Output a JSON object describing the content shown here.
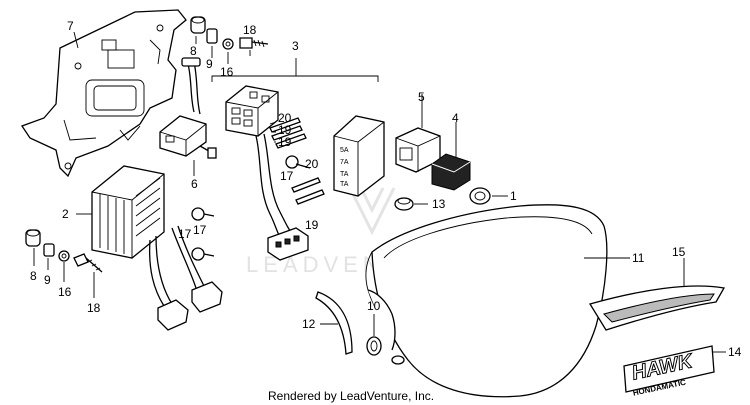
{
  "callouts": [
    {
      "id": "c7",
      "text": "7"
    },
    {
      "id": "c8a",
      "text": "8"
    },
    {
      "id": "c9a",
      "text": "9"
    },
    {
      "id": "c16a",
      "text": "16"
    },
    {
      "id": "c18a",
      "text": "18"
    },
    {
      "id": "c3",
      "text": "3"
    },
    {
      "id": "c20a",
      "text": "20"
    },
    {
      "id": "c19a",
      "text": "19"
    },
    {
      "id": "c19b",
      "text": "19"
    },
    {
      "id": "c20b",
      "text": "20"
    },
    {
      "id": "c17a",
      "text": "17"
    },
    {
      "id": "c19c",
      "text": "19"
    },
    {
      "id": "c5",
      "text": "5"
    },
    {
      "id": "c4",
      "text": "4"
    },
    {
      "id": "c6",
      "text": "6"
    },
    {
      "id": "c2",
      "text": "2"
    },
    {
      "id": "c17b",
      "text": "17"
    },
    {
      "id": "c17c",
      "text": "17"
    },
    {
      "id": "c13",
      "text": "13"
    },
    {
      "id": "c1",
      "text": "1"
    },
    {
      "id": "c11",
      "text": "11"
    },
    {
      "id": "c15",
      "text": "15"
    },
    {
      "id": "c8b",
      "text": "8"
    },
    {
      "id": "c9b",
      "text": "9"
    },
    {
      "id": "c16b",
      "text": "16"
    },
    {
      "id": "c18b",
      "text": "18"
    },
    {
      "id": "c12",
      "text": "12"
    },
    {
      "id": "c10",
      "text": "10"
    },
    {
      "id": "c14",
      "text": "14"
    }
  ],
  "fuse_box_labels": [
    "5A",
    "7A",
    "TA",
    "TA"
  ],
  "emblem": {
    "main": "HAWK",
    "sub": "HONDAMATIC"
  },
  "watermark": "LEADVENTURE",
  "credit": "Rendered by LeadVenture, Inc."
}
